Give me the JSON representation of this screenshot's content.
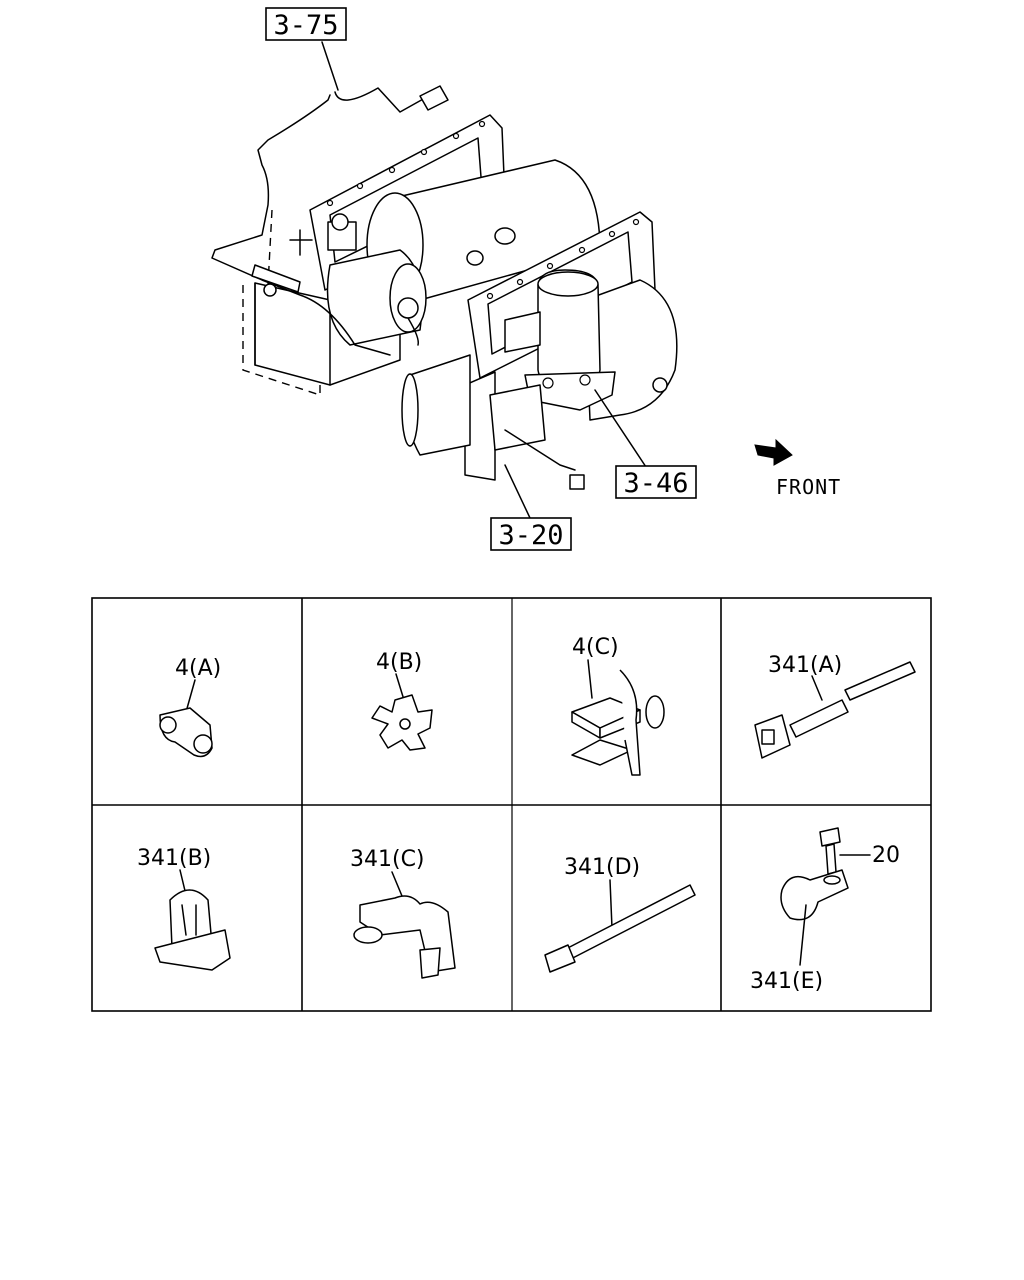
{
  "assembly": {
    "callouts": [
      {
        "id": "c1",
        "label": "3-75"
      },
      {
        "id": "c2",
        "label": "3-46"
      },
      {
        "id": "c3",
        "label": "3-20"
      }
    ],
    "direction_label": "FRONT"
  },
  "parts_grid": {
    "cells": [
      {
        "label": "4(A)"
      },
      {
        "label": "4(B)"
      },
      {
        "label": "4(C)"
      },
      {
        "label": "341(A)"
      },
      {
        "label": "341(B)"
      },
      {
        "label": "341(C)"
      },
      {
        "label": "341(D)"
      },
      {
        "label": "341(E)"
      }
    ],
    "extra_label": "20"
  }
}
